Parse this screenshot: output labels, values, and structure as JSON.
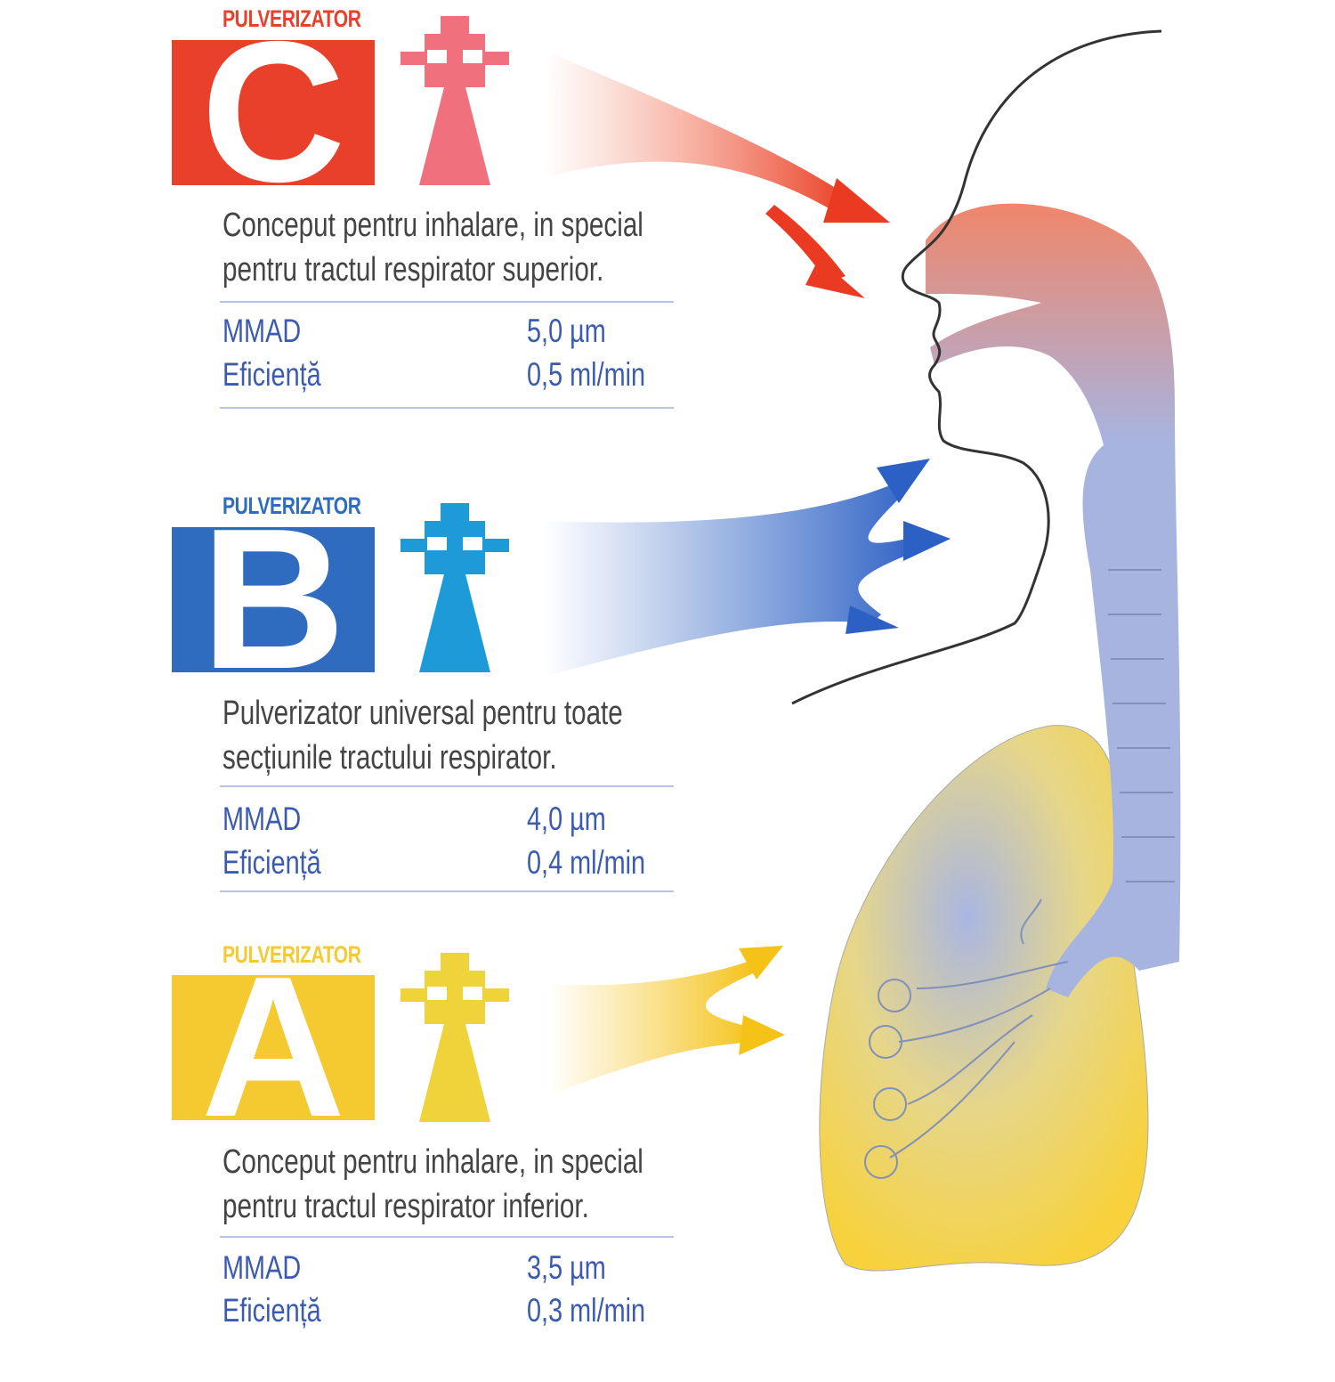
{
  "sections": [
    {
      "label": "PULVERIZATOR",
      "letter": "C",
      "color": "#e8402a",
      "nozzle_color": "#f0707e",
      "description": [
        "Conceput pentru inhalare, in special",
        "pentru tractul respirator superior."
      ],
      "mmad_label": "MMAD",
      "mmad_value": "5,0 µm",
      "eff_label": "Eficiență",
      "eff_value": "0,5 ml/min"
    },
    {
      "label": "PULVERIZATOR",
      "letter": "B",
      "color": "#2f6cc0",
      "nozzle_color": "#1d9ad8",
      "description": [
        "Pulverizator universal pentru toate",
        "secțiunile tractului respirator."
      ],
      "mmad_label": "MMAD",
      "mmad_value": "4,0 µm",
      "eff_label": "Eficiență",
      "eff_value": "0,4 ml/min"
    },
    {
      "label": "PULVERIZATOR",
      "letter": "A",
      "color": "#f5c930",
      "nozzle_color": "#f0d23a",
      "description": [
        "Conceput pentru inhalare, in special",
        "pentru tractul respirator inferior."
      ],
      "mmad_label": "MMAD",
      "mmad_value": "3,5 µm",
      "eff_label": "Eficiență",
      "eff_value": "0,3 ml/min"
    }
  ]
}
